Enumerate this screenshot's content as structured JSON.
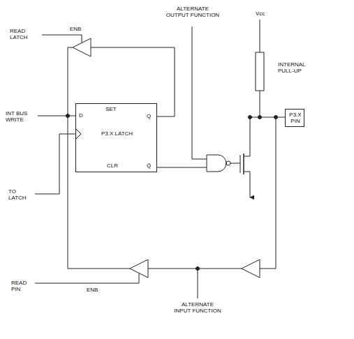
{
  "diagram": {
    "nodes": [
      {
        "text": [
          "D",
          "SET",
          "Q",
          "P3.X LATCH",
          "CLR",
          "Q̄"
        ]
      },
      {
        "text": [
          "P3.X PIN"
        ]
      }
    ],
    "labels": [
      "READ LATCH",
      "ENB",
      "ALTERNATE OUTPUT FUNCTION",
      "Vcc",
      "INTERNAL PULL-UP",
      "INT BUS WRITE",
      "TO LATCH",
      "READ PIN",
      "ENB",
      "ALTERNATE INPUT FUNCTION"
    ]
  }
}
